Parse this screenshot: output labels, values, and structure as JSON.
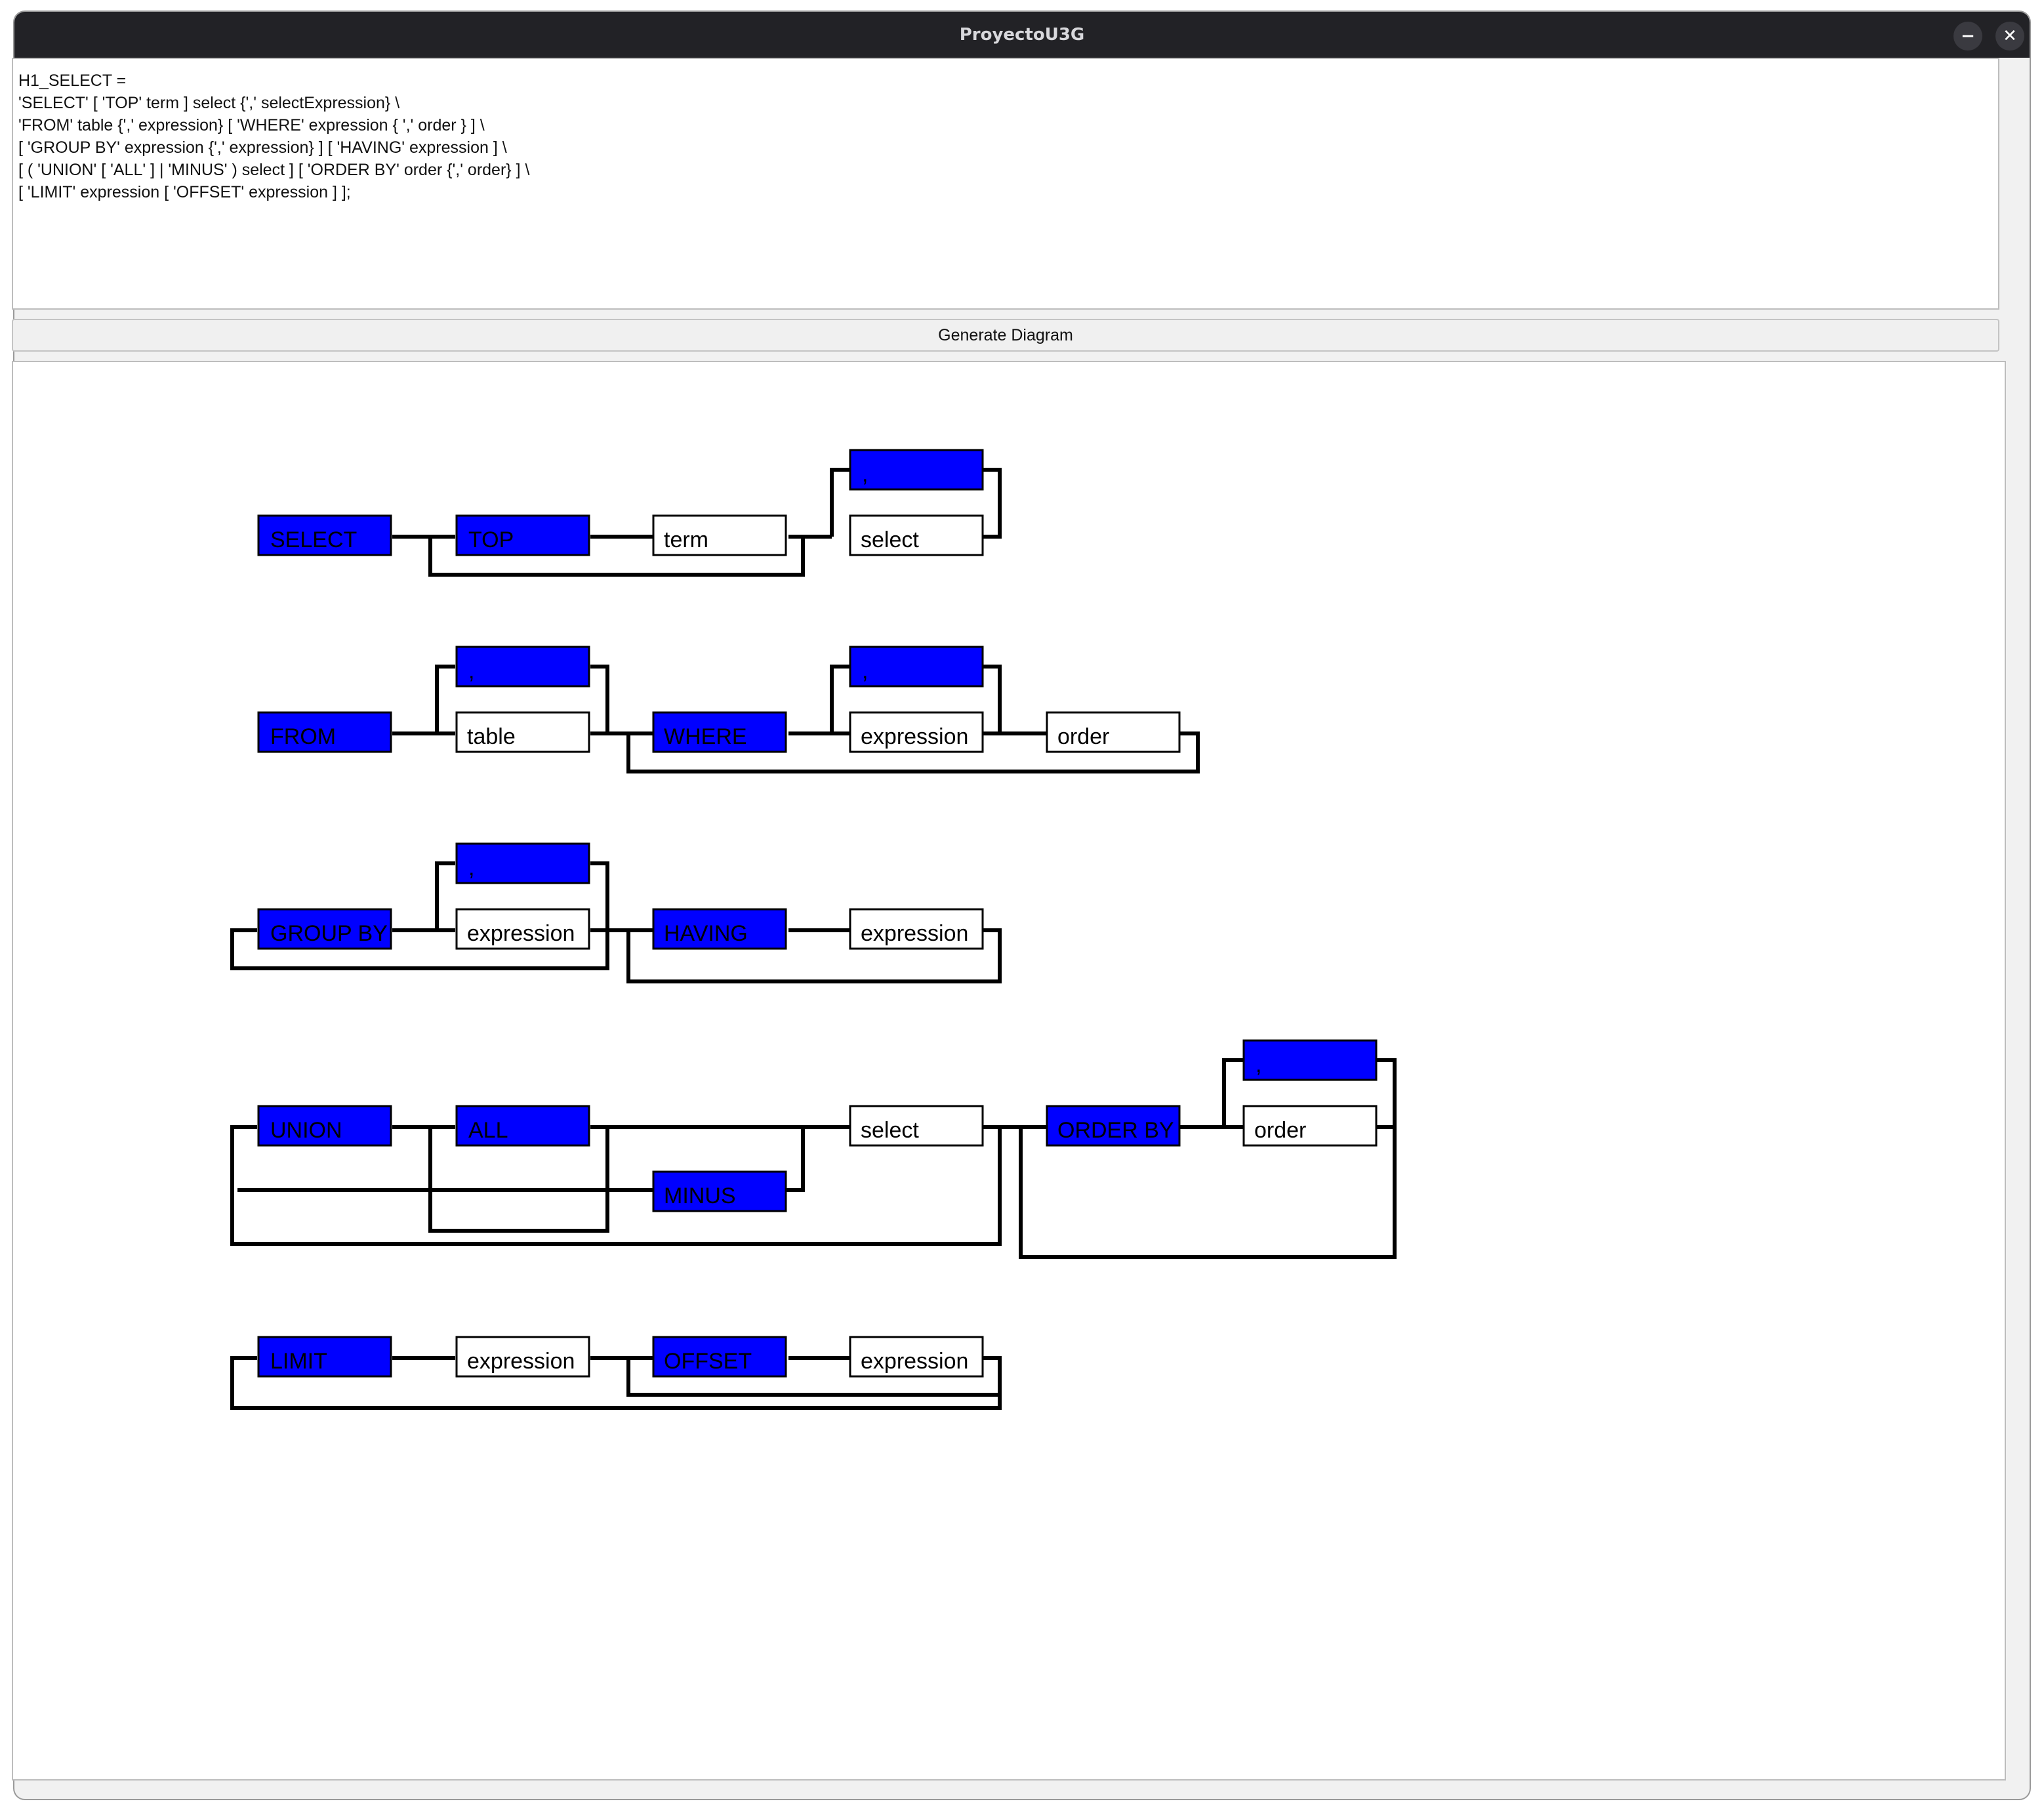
{
  "window": {
    "title": "ProyectoU3G",
    "minimize_glyph": "−",
    "close_glyph": "✕"
  },
  "editor": {
    "lines": [
      "H1_SELECT =",
      "'SELECT' [ 'TOP' term ] select {',' selectExpression} \\",
      "'FROM' table {',' expression} [ 'WHERE' expression { ',' order } ] \\",
      "[ 'GROUP BY' expression {',' expression} ] [ 'HAVING' expression ] \\",
      "[ ( 'UNION' [ 'ALL' ] | 'MINUS' ) select ] [ 'ORDER BY' order {',' order} ] \\",
      "[ 'LIMIT' expression [ 'OFFSET' expression ] ];"
    ]
  },
  "generate_button": {
    "label": "Generate Diagram"
  },
  "diagram": {
    "colors": {
      "keyword_fill": "#0000ff",
      "nonterminal_fill": "#ffffff",
      "line": "#000000"
    },
    "select_row": {
      "select_kw": "SELECT",
      "top_kw": "TOP",
      "term": "term",
      "comma_kw": ",",
      "select_nt": "select"
    },
    "from_row": {
      "from_kw": "FROM",
      "comma_kw": ",",
      "table": "table",
      "where_kw": "WHERE",
      "comma2_kw": ",",
      "expression": "expression",
      "order": "order"
    },
    "group_row": {
      "group_by_kw": "GROUP BY",
      "comma_kw": ",",
      "expression": "expression",
      "having_kw": "HAVING",
      "expression2": "expression"
    },
    "union_row": {
      "union_kw": "UNION",
      "all_kw": "ALL",
      "minus_kw": "MINUS",
      "select": "select",
      "order_by_kw": "ORDER BY",
      "comma_kw": ",",
      "order": "order"
    },
    "limit_row": {
      "limit_kw": "LIMIT",
      "expression": "expression",
      "offset_kw": "OFFSET",
      "expression2": "expression"
    }
  }
}
